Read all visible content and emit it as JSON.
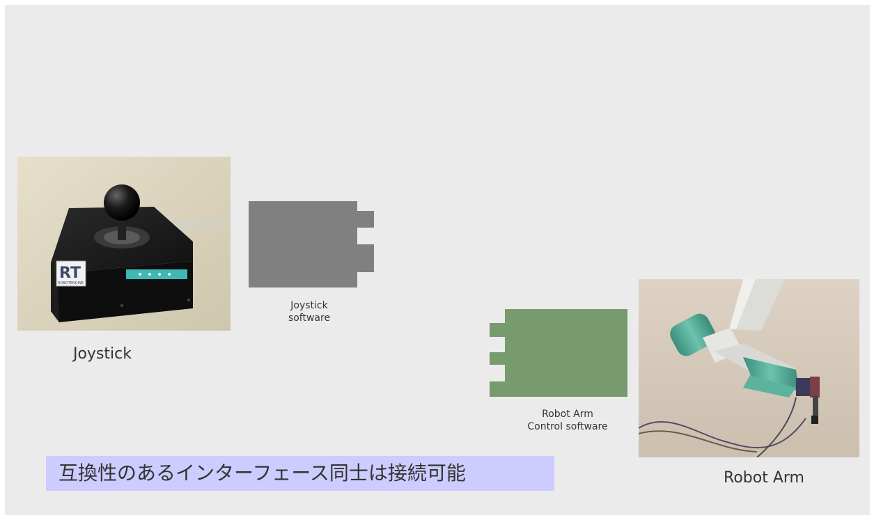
{
  "joystick": {
    "caption": "Joystick",
    "software_caption_line1": "Joystick",
    "software_caption_line2": "software",
    "logo_text": "RT",
    "logo_sub": "ROBOTENGINE",
    "component_color": "#808080"
  },
  "robot_arm": {
    "caption": "Robot Arm",
    "software_caption_line1": "Robot Arm",
    "software_caption_line2": "Control software",
    "component_color": "#779a6e"
  },
  "banner": {
    "text": "互換性のあるインターフェース同士は接続可能",
    "color": "#ccccff"
  }
}
